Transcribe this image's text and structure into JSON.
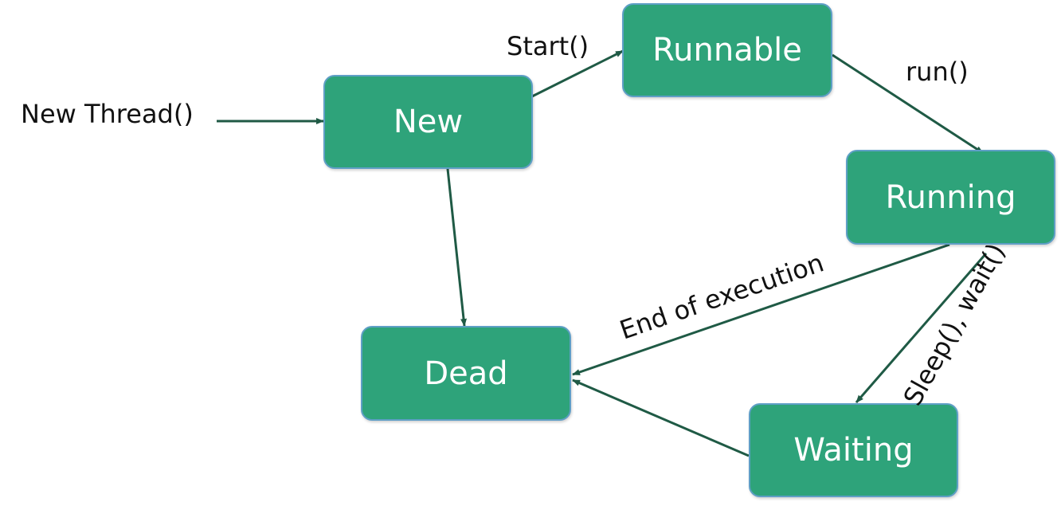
{
  "diagram": {
    "states": {
      "new": "New",
      "runnable": "Runnable",
      "running": "Running",
      "dead": "Dead",
      "waiting": "Waiting"
    },
    "transitions": {
      "new_thread": "New Thread()",
      "start": "Start()",
      "run": "run()",
      "end_of_execution": "End of execution",
      "sleep_wait": "Sleep(), wait()"
    },
    "colors": {
      "node_fill": "#2ea37a",
      "node_border": "#5f9fc6",
      "arrow": "#1f5a45"
    }
  }
}
